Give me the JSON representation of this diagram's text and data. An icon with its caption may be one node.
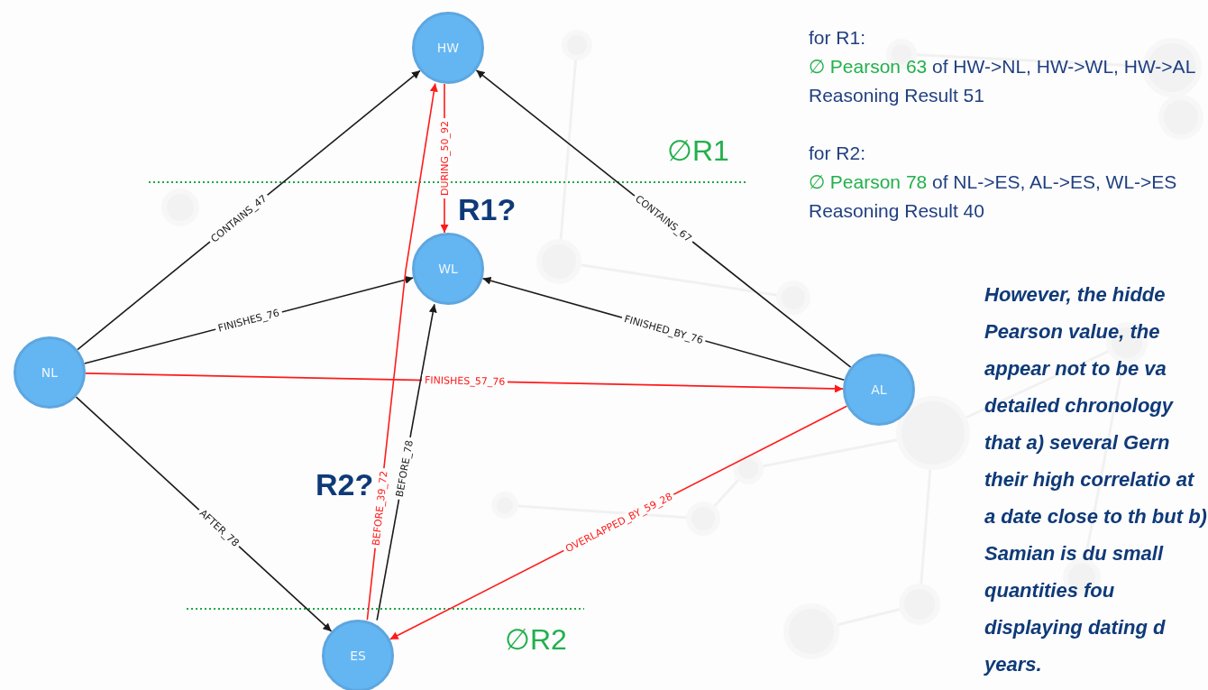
{
  "diagram": {
    "nodes": [
      {
        "text": [
          "HW"
        ]
      },
      {
        "text": [
          "WL"
        ]
      },
      {
        "text": [
          "NL"
        ]
      },
      {
        "text": [
          "AL"
        ]
      },
      {
        "text": [
          "ES"
        ]
      }
    ],
    "edges": [
      {
        "from": 2,
        "to": 0,
        "arrow": "to",
        "label": "CONTAINS_47"
      },
      {
        "from": 2,
        "to": 1,
        "arrow": "to",
        "label": "FINISHES_76"
      },
      {
        "from": 2,
        "to": 3,
        "arrow": "to",
        "label": "FINISHES_57_76",
        "color": "#ff1a1a"
      },
      {
        "from": 2,
        "to": 4,
        "arrow": "to",
        "label": "AFTER_78"
      },
      {
        "from": 4,
        "to": 0,
        "arrow": "to",
        "label": "BEFORE_39_72",
        "color": "#ff1a1a"
      },
      {
        "from": 0,
        "to": 1,
        "arrow": "to",
        "label": "DURING_50_92",
        "color": "#ff1a1a"
      },
      {
        "from": 4,
        "to": 1,
        "arrow": "to",
        "label": "BEFORE_78"
      },
      {
        "from": 3,
        "to": 0,
        "arrow": "to",
        "label": "CONTAINS_67"
      },
      {
        "from": 3,
        "to": 1,
        "arrow": "to",
        "label": "FINISHED_BY_76"
      },
      {
        "from": 3,
        "to": 4,
        "arrow": "to",
        "label": "OVERLAPPED_BY_59_28",
        "color": "#ff1a1a"
      }
    ],
    "labels": [
      "for R1:",
      "∅ Pearson 63",
      "of HW->NL, HW->WL, HW->AL",
      "Reasoning Result 51",
      "∅R1",
      "R1?",
      "for R2:",
      "∅ Pearson 78",
      "of NL->ES, AL->ES, WL->ES",
      "Reasoning Result 40",
      "However, the hidde Pearson value, the appear not to be va detailed chronology that a) several Gern their high correlatio at a date close to th but b) Samian is du small quantities fou displaying dating d years.",
      "R2?",
      "∅R2"
    ]
  }
}
